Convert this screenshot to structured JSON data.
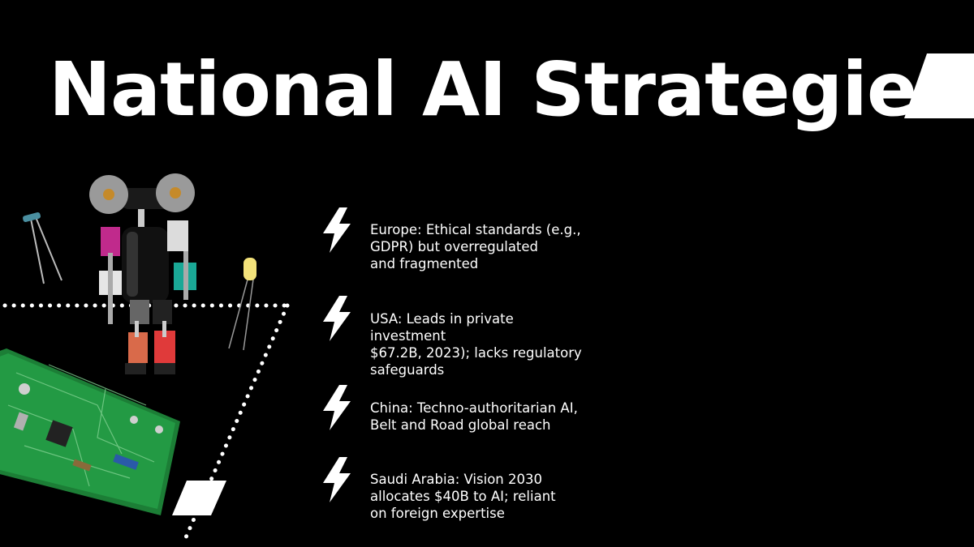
{
  "slide": {
    "title": "National AI Strategies",
    "bullets": [
      {
        "text": "Europe: Ethical standards (e.g.,\nGDPR) but overregulated\nand fragmented",
        "icon": "lightning-bolt-icon"
      },
      {
        "text": "USA: Leads in private investment\n$67.2B, 2023); lacks regulatory\nsafeguards",
        "icon": "lightning-bolt-icon"
      },
      {
        "text": "China: Techno-authoritarian AI,\nBelt and Road global reach",
        "icon": "lightning-bolt-icon"
      },
      {
        "text": "Saudi Arabia: Vision 2030\nallocates $40B to AI; reliant\non foreign expertise",
        "icon": "lightning-bolt-icon"
      }
    ]
  },
  "colors": {
    "background": "#000000",
    "text": "#ffffff",
    "circuit_board": "#1f8a3a"
  }
}
